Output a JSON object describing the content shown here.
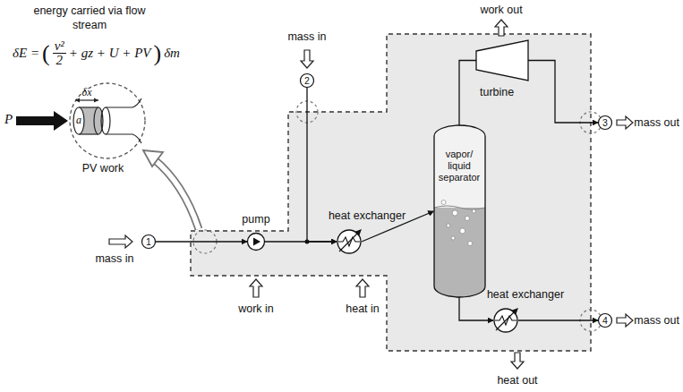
{
  "diagram": {
    "nodes": [
      {
        "text": [
          "1"
        ]
      },
      {
        "text": [
          "2"
        ]
      },
      {
        "text": [
          "pump"
        ]
      },
      {
        "text": [
          "heat exchanger"
        ]
      },
      {
        "text": [
          "vapor/ liquid separator"
        ]
      },
      {
        "text": [
          "turbine"
        ]
      },
      {
        "text": [
          "heat exchanger"
        ]
      },
      {
        "text": [
          "3"
        ]
      },
      {
        "text": [
          "4"
        ]
      }
    ],
    "edges": [
      {
        "from": 0,
        "to": 2,
        "arrow": "to"
      },
      {
        "from": 2,
        "to": 3,
        "arrow": "to"
      },
      {
        "from": 1,
        "to": 3,
        "arrow": "to"
      },
      {
        "from": 3,
        "to": 4,
        "arrow": "to"
      },
      {
        "from": 4,
        "to": 5,
        "arrow": "none"
      },
      {
        "from": 5,
        "to": 7,
        "arrow": "to"
      },
      {
        "from": 4,
        "to": 6,
        "arrow": "to"
      },
      {
        "from": 6,
        "to": 8,
        "arrow": "to"
      }
    ],
    "labels": [
      "energy carried via flow stream",
      "δE =",
      "(",
      "v²",
      "2",
      "+ gz + U + PV",
      ")",
      "δm",
      "P",
      "a",
      "δx",
      "PV work",
      "mass in",
      "mass in",
      "work in",
      "heat in",
      "work out",
      "mass out",
      "mass out",
      "heat out"
    ]
  }
}
